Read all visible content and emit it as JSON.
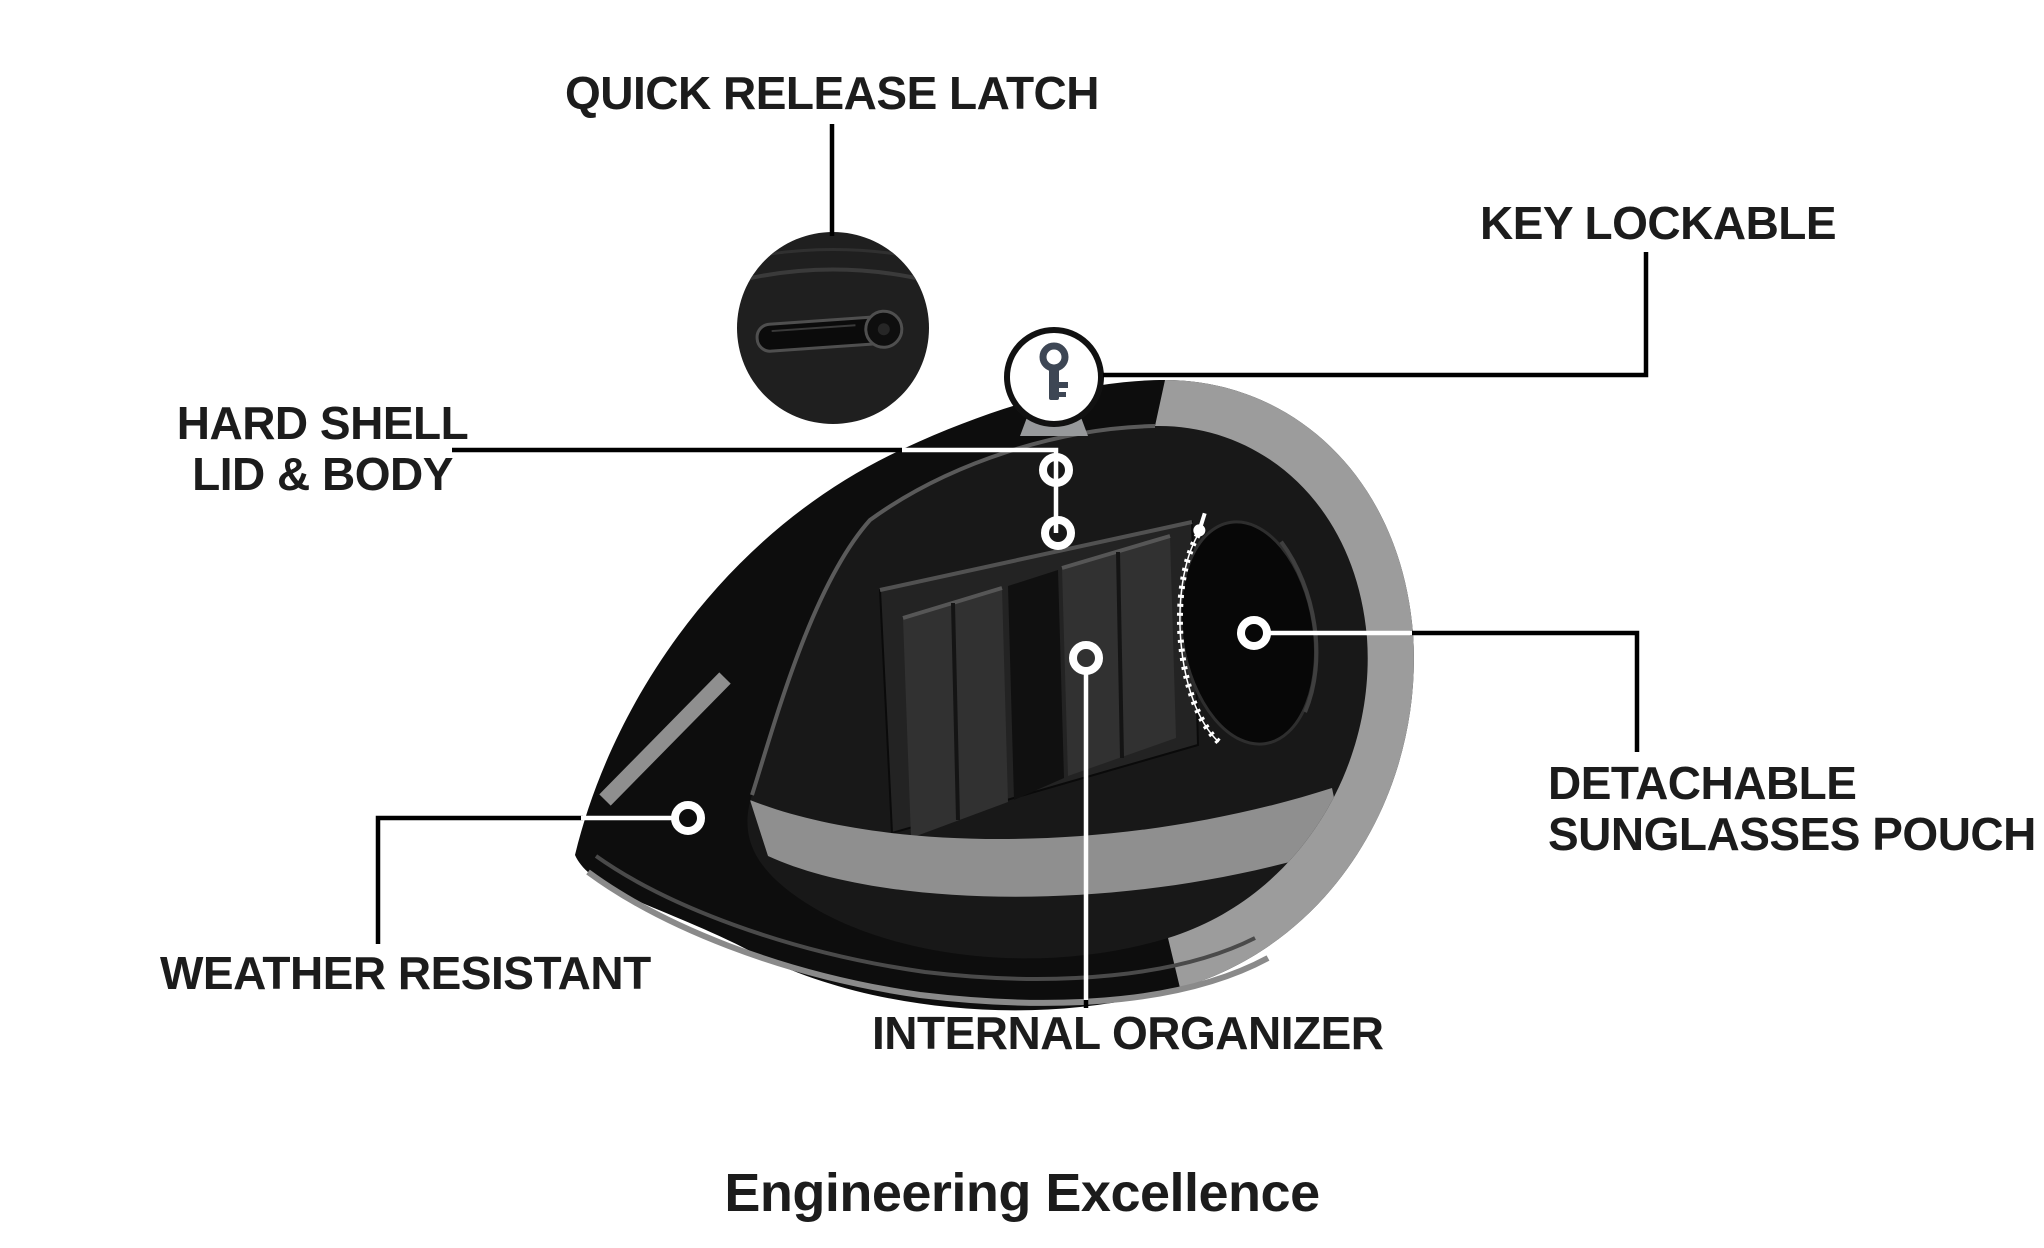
{
  "title": "Engineering Excellence",
  "callouts": {
    "quick_release_latch": {
      "label": "QUICK RELEASE LATCH"
    },
    "key_lockable": {
      "label": "KEY LOCKABLE"
    },
    "hard_shell": {
      "line1": "HARD SHELL",
      "line2": "LID & BODY"
    },
    "detachable_pouch": {
      "line1": "DETACHABLE",
      "line2": "SUNGLASSES POUCH"
    },
    "weather_resistant": {
      "label": "WEATHER RESISTANT"
    },
    "internal_organizer": {
      "label": "INTERNAL ORGANIZER"
    }
  },
  "colors": {
    "background": "#ffffff",
    "label-text": "#1c1c1c",
    "callout-line": "#000000",
    "marker-fill": "#ffffff",
    "bag-body": "#0d0d0d",
    "bag-rim": "#9c9c9c",
    "bag-interior": "#181818",
    "organizer-pocket": "#313131",
    "interior-band": "#8f8f8f",
    "pouch": "#070707",
    "zipper": "#ffffff",
    "latch-inset": "#1f1f1f",
    "key": "#3d4654"
  }
}
